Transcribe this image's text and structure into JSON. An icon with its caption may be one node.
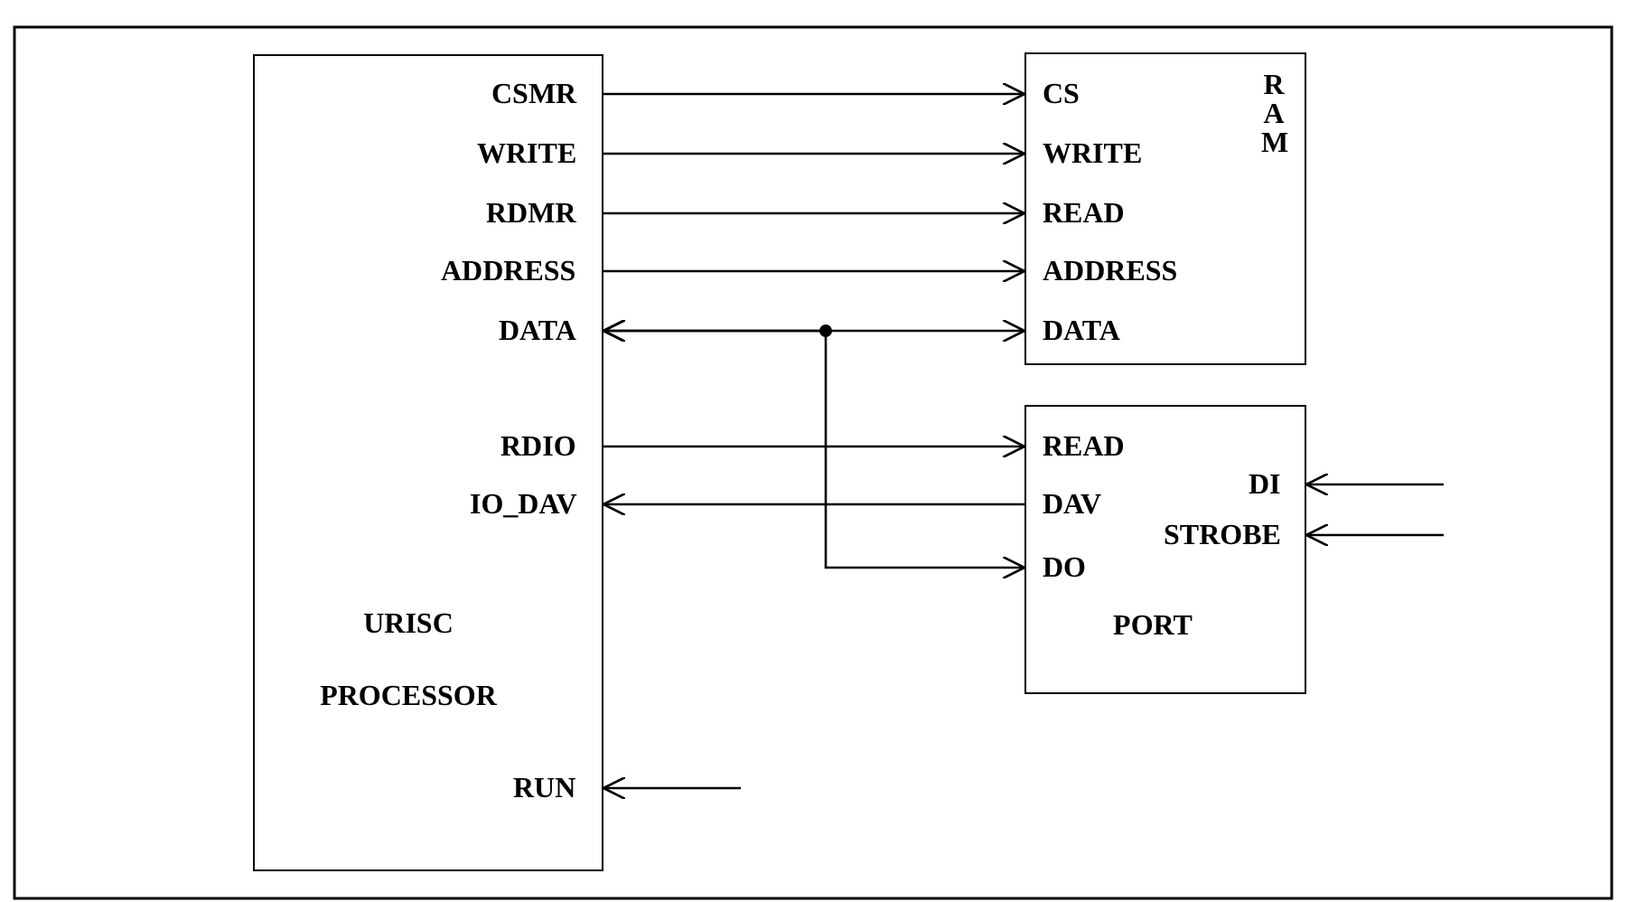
{
  "diagram": {
    "nodes": [
      {
        "text": [
          "URISC PROCESSOR"
        ]
      },
      {
        "text": [
          "CSMR"
        ],
        "in": 0
      },
      {
        "text": [
          "WRITE"
        ],
        "in": 0
      },
      {
        "text": [
          "RDMR"
        ],
        "in": 0
      },
      {
        "text": [
          "ADDRESS"
        ],
        "in": 0
      },
      {
        "text": [
          "DATA"
        ],
        "in": 0
      },
      {
        "text": [
          "RDIO"
        ],
        "in": 0
      },
      {
        "text": [
          "IO_DAV"
        ],
        "in": 0
      },
      {
        "text": [
          "RUN"
        ],
        "in": 0
      },
      {
        "text": [
          "RAM"
        ]
      },
      {
        "text": [
          "CS"
        ],
        "in": 9
      },
      {
        "text": [
          "WRITE"
        ],
        "in": 9
      },
      {
        "text": [
          "READ"
        ],
        "in": 9
      },
      {
        "text": [
          "ADDRESS"
        ],
        "in": 9
      },
      {
        "text": [
          "DATA"
        ],
        "in": 9
      },
      {
        "text": [
          "PORT"
        ]
      },
      {
        "text": [
          "READ"
        ],
        "in": 15
      },
      {
        "text": [
          "DI"
        ],
        "in": 15
      },
      {
        "text": [
          "DAV"
        ],
        "in": 15
      },
      {
        "text": [
          "STROBE"
        ],
        "in": 15
      },
      {
        "text": [
          "DO"
        ],
        "in": 15
      }
    ],
    "edges": [
      {
        "from": 1,
        "to": 10,
        "arrow": "to"
      },
      {
        "from": 2,
        "to": 11,
        "arrow": "to"
      },
      {
        "from": 3,
        "to": 12,
        "arrow": "to"
      },
      {
        "from": 4,
        "to": 13,
        "arrow": "to"
      },
      {
        "from": 5,
        "to": 14,
        "arrow": "both"
      },
      {
        "from": 5,
        "to": 20,
        "arrow": "both"
      },
      {
        "from": 6,
        "to": 16,
        "arrow": "to"
      },
      {
        "from": 18,
        "to": 7,
        "arrow": "to"
      },
      {
        "from": null,
        "to": 17,
        "arrow": "to"
      },
      {
        "from": null,
        "to": 19,
        "arrow": "to"
      },
      {
        "from": null,
        "to": 8,
        "arrow": "to"
      }
    ]
  }
}
